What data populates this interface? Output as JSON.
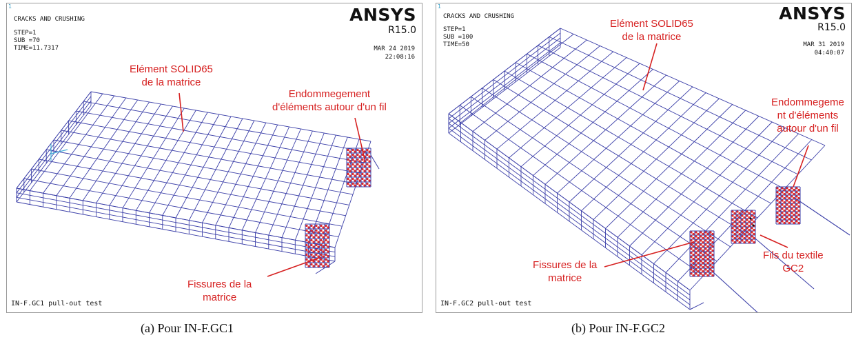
{
  "panel_a": {
    "header": "CRACKS AND CRUSHING",
    "step": "STEP=1",
    "sub": "SUB =70",
    "time": "TIME=11.7317",
    "brand": "ANSYS",
    "version": "R15.0",
    "date": "MAR 24 2019",
    "clock": "22:08:16",
    "label_element_line1": "Elément SOLID65",
    "label_element_line2": "de la matrice",
    "label_damage_line1": "Endommegement",
    "label_damage_line2": "d'éléments autour d'un fil",
    "label_cracks_line1": "Fissures de la",
    "label_cracks_line2": "matrice",
    "footer": "IN-F.GC1 pull-out test",
    "caption": "(a) Pour IN-F.GC1"
  },
  "panel_b": {
    "header": "CRACKS AND CRUSHING",
    "step": "STEP=1",
    "sub": "SUB =100",
    "time": "TIME=50",
    "brand": "ANSYS",
    "version": "R15.0",
    "date": "MAR 31 2019",
    "clock": "04:40:07",
    "label_element_line1": "Elément SOLID65",
    "label_element_line2": "de la matrice",
    "label_damage_line1": "Endommegeme",
    "label_damage_line2": "nt d'éléments",
    "label_damage_line3": "autour d'un fil",
    "label_cracks_line1": "Fissures de la",
    "label_cracks_line2": "matrice",
    "label_yarns_line1": "Fils du textile",
    "label_yarns_line2": "GC2",
    "footer": "IN-F.GC2 pull-out test",
    "caption": "(b) Pour IN-F.GC2"
  },
  "colors": {
    "mesh": "#3b3fa8",
    "crack": "#e02828",
    "annotation": "#d62020"
  }
}
